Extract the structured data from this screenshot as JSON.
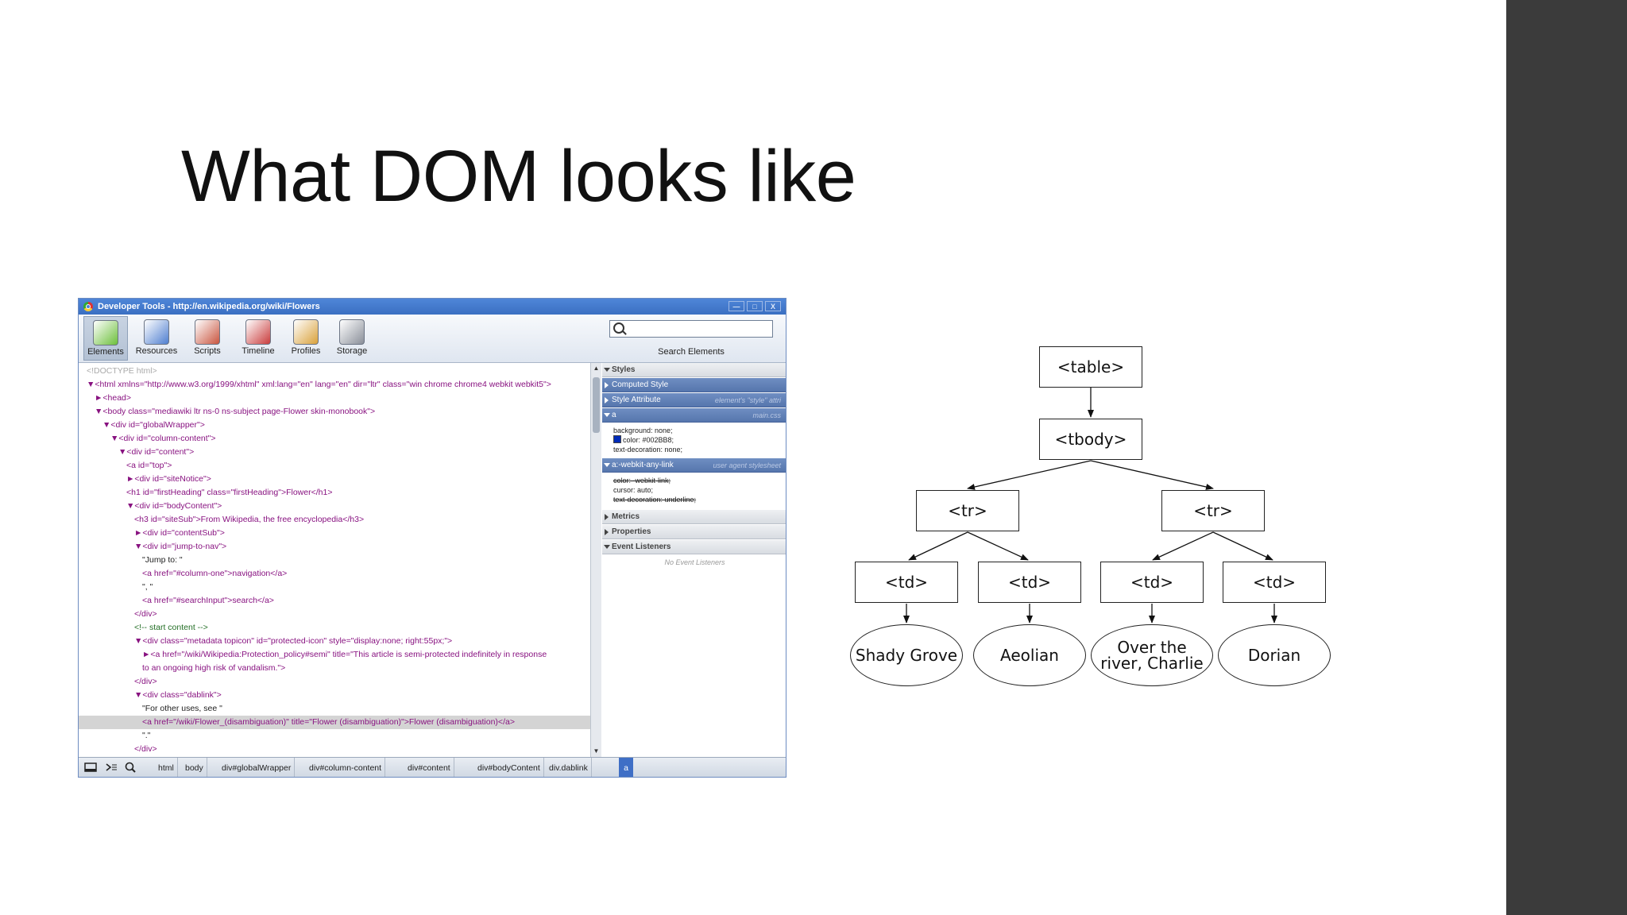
{
  "slide": {
    "title": "What DOM looks like"
  },
  "devtools": {
    "window_title": "Developer Tools - http://en.wikipedia.org/wiki/Flowers",
    "window_buttons": [
      "—",
      "□",
      "X"
    ],
    "toolbar": [
      {
        "label": "Elements",
        "icon": "elements-icon",
        "color": "#6cbf3a"
      },
      {
        "label": "Resources",
        "icon": "resources-icon",
        "color": "#4f7fd0"
      },
      {
        "label": "Scripts",
        "icon": "scripts-icon",
        "color": "#c9553f"
      },
      {
        "label": "Timeline",
        "icon": "timeline-icon",
        "color": "#c93c3c"
      },
      {
        "label": "Profiles",
        "icon": "profiles-icon",
        "color": "#d9a13a"
      },
      {
        "label": "Storage",
        "icon": "storage-icon",
        "color": "#8a8f99"
      }
    ],
    "search_label": "Search Elements",
    "dom_lines": [
      {
        "indent": 0,
        "text": "<!DOCTYPE html>"
      },
      {
        "indent": 0,
        "text": "▼<html xmlns=\"http://www.w3.org/1999/xhtml\" xml:lang=\"en\" lang=\"en\" dir=\"ltr\" class=\"win chrome chrome4 webkit webkit5\">"
      },
      {
        "indent": 1,
        "text": "►<head>"
      },
      {
        "indent": 1,
        "text": "▼<body class=\"mediawiki ltr ns-0 ns-subject page-Flower skin-monobook\">"
      },
      {
        "indent": 2,
        "text": "▼<div id=\"globalWrapper\">"
      },
      {
        "indent": 3,
        "text": "▼<div id=\"column-content\">"
      },
      {
        "indent": 4,
        "text": "▼<div id=\"content\">"
      },
      {
        "indent": 5,
        "text": "<a id=\"top\">"
      },
      {
        "indent": 5,
        "text": "►<div id=\"siteNotice\">"
      },
      {
        "indent": 5,
        "text": "<h1 id=\"firstHeading\" class=\"firstHeading\">Flower</h1>"
      },
      {
        "indent": 5,
        "text": "▼<div id=\"bodyContent\">"
      },
      {
        "indent": 6,
        "text": "<h3 id=\"siteSub\">From Wikipedia, the free encyclopedia</h3>"
      },
      {
        "indent": 6,
        "text": "►<div id=\"contentSub\">"
      },
      {
        "indent": 6,
        "text": "▼<div id=\"jump-to-nav\">"
      },
      {
        "indent": 7,
        "text": "\"Jump to: \""
      },
      {
        "indent": 7,
        "text": "<a href=\"#column-one\">navigation</a>"
      },
      {
        "indent": 7,
        "text": "\", \""
      },
      {
        "indent": 7,
        "text": "<a href=\"#searchInput\">search</a>"
      },
      {
        "indent": 6,
        "text": "</div>"
      },
      {
        "indent": 6,
        "text": "<!-- start content -->"
      },
      {
        "indent": 6,
        "text": "▼<div class=\"metadata topicon\" id=\"protected-icon\" style=\"display:none; right:55px;\">"
      },
      {
        "indent": 7,
        "text": "►<a href=\"/wiki/Wikipedia:Protection_policy#semi\" title=\"This article is semi-protected indefinitely in response"
      },
      {
        "indent": 7,
        "text": "to an ongoing high risk of vandalism.\">"
      },
      {
        "indent": 6,
        "text": "</div>"
      },
      {
        "indent": 6,
        "text": "▼<div class=\"dablink\">"
      },
      {
        "indent": 7,
        "text": "\"For other uses, see \""
      },
      {
        "indent": 7,
        "text": "<a href=\"/wiki/Flower_(disambiguation)\" title=\"Flower (disambiguation)\">Flower (disambiguation)</a>"
      },
      {
        "indent": 7,
        "text": "\".\""
      },
      {
        "indent": 6,
        "text": "</div>"
      }
    ],
    "selected_line": 26,
    "styles": {
      "header": "Styles",
      "computed": "Computed Style",
      "style_attr": "Style Attribute",
      "style_attr_aux": "element's \"style\" attri",
      "rule_a": "a",
      "rule_a_aux": "main.css",
      "rule_a_props": [
        "background: none;",
        "color: #002BB8;",
        "text-decoration: none;"
      ],
      "rule_ua": "a:-webkit-any-link",
      "rule_ua_aux": "user agent stylesheet",
      "rule_ua_props": [
        "color: -webkit-link;",
        "cursor: auto;",
        "text-decoration: underline;"
      ],
      "metrics": "Metrics",
      "properties": "Properties",
      "listeners": "Event Listeners",
      "no_listeners": "No Event Listeners",
      "link_color": "#002bb8"
    },
    "breadcrumbs": [
      "html",
      "body",
      "div#globalWrapper",
      "div#column-content",
      "div#content",
      "div#bodyContent",
      "div.dablink",
      "a"
    ]
  },
  "tree": {
    "root": "<table>",
    "tbody": "<tbody>",
    "tr_left": "<tr>",
    "tr_right": "<tr>",
    "td1": "<td>",
    "td2": "<td>",
    "td3": "<td>",
    "td4": "<td>",
    "leaf1": "Shady Grove",
    "leaf2": "Aeolian",
    "leaf3": "Over the river, Charlie",
    "leaf4": "Dorian"
  }
}
